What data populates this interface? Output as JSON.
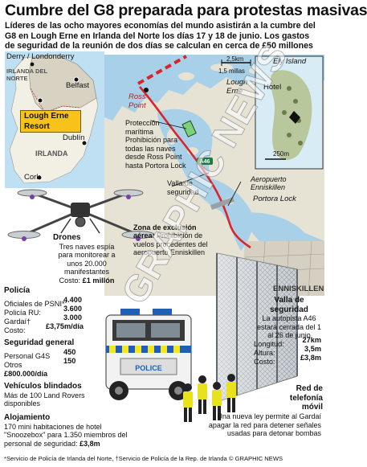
{
  "headline": "Cumbre del G8 preparada para protestas masivas",
  "intro": "Líderes de las ocho mayores economías del mundo asistirán a la cumbre del G8 en Lough Erne en Irlanda del Norte los días 17 y 18 de junio. Los gastos de seguridad de la reunión de dos días se calculan en cerca de £50 millones",
  "locator_map": {
    "derry": "Derry / Londonderry",
    "region": "IRLANDA DEL NORTE",
    "belfast": "Belfast",
    "resort_line1": "Lough Erne",
    "resort_line2": "Resort",
    "dublin": "Dublín",
    "country": "IRLANDA",
    "cork": "Cork"
  },
  "main_map": {
    "scale_km": "2,5km",
    "scale_miles": "1,5 millas",
    "lough_erne": "Lough Erne",
    "ross_point": "Ross Point",
    "maritime_line1": "Protección marítima",
    "maritime_line2": "Prohibición para todas las naves desde Ross Point hasta Portora Lock",
    "fence_label": "Valla de seguridad",
    "road": "A46",
    "airport": "Aeropuerto Enniskillen",
    "portora": "Portora Lock",
    "enniskillen": "ENNISKILLEN",
    "exclusion_title": "Zona de exclusión aérea:",
    "exclusion_body": "Prohibición de vuelos procedentes del aeropuerto Enniskillen"
  },
  "inset": {
    "title": "Ely Island",
    "hotel": "Hotel",
    "scale": "250m"
  },
  "drones": {
    "title": "Drones",
    "body": "Tres naves espía para monitorear a unos 20.000 manifestantes",
    "cost_label": "Costo:",
    "cost_value": "£1 millón"
  },
  "police": {
    "title": "Policía",
    "rows": [
      {
        "label": "Oficiales de PSNI*:",
        "value": "4.400"
      },
      {
        "label": "Policía RU:",
        "value": "3.600"
      },
      {
        "label": "Gardaí†",
        "value": "3.000"
      },
      {
        "label": "Costo:",
        "value": "£3,75m/día"
      }
    ]
  },
  "security": {
    "title": "Seguridad general",
    "rows": [
      {
        "label": "Personal G4S",
        "value": "450"
      },
      {
        "label": "Otros",
        "value": "150"
      }
    ],
    "cost": "£800.000/día"
  },
  "armored": {
    "title": "Vehículos blindados",
    "body": "Más de 100 Land Rovers disponibles"
  },
  "lodging": {
    "title": "Alojamiento",
    "body": "170 mini habitaciones de hotel \"Snoozebox\" para 1.350 miembros del personal de seguridad:",
    "cost": "£3,8m"
  },
  "fence": {
    "title": "Valla de seguridad",
    "body": "La autopista A46 estará cerrada del 1 al 26 de junio",
    "rows": [
      {
        "label": "Longitud:",
        "value": "27km"
      },
      {
        "label": "Altura:",
        "value": "3,5m"
      },
      {
        "label": "Costo:",
        "value": "£3,8m"
      }
    ]
  },
  "mobile": {
    "title1": "Red de",
    "title2": "telefonía",
    "title3": "móvil",
    "body": "Una nueva ley permite al Gardaí apagar la red para detener señales usadas para detonar bombas"
  },
  "vehicle_text": "POLICE",
  "watermark": "GRAPHIC NEWS",
  "footer": "*Servicio de Policía de Irlanda del Norte, †Servicio de Policía de la Rep. de Irlanda  © GRAPHIC NEWS",
  "colors": {
    "water": "#a8d0e8",
    "land": "#e6e2d4",
    "border_red": "#d9252a",
    "resort_yellow": "#f7c21a",
    "vest_yellow": "#e8e21c",
    "police_blue": "#1f5fb4"
  }
}
